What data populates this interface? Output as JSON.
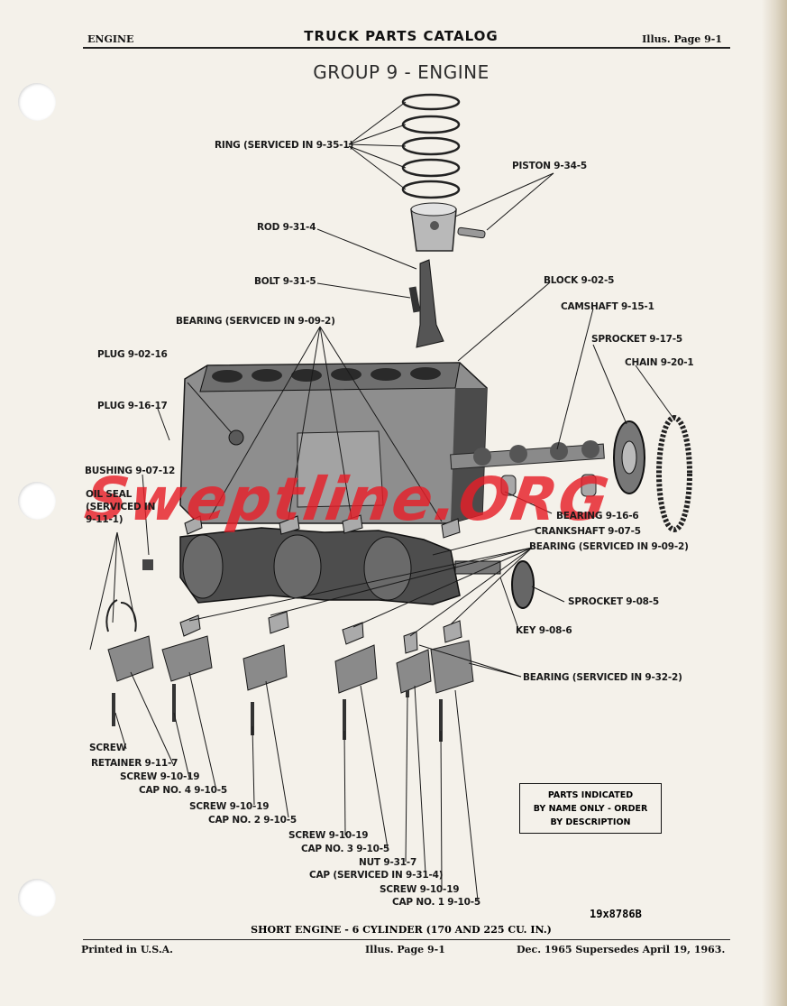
{
  "header": {
    "left": "ENGINE",
    "title": "TRUCK PARTS CATALOG",
    "right": "Illus. Page 9-1"
  },
  "group_title": "GROUP 9 - ENGINE",
  "labels": {
    "ring": "RING (SERVICED IN 9-35-1)",
    "piston": "PISTON 9-34-5",
    "rod": "ROD 9-31-4",
    "bolt": "BOLT 9-31-5",
    "block": "BLOCK 9-02-5",
    "camshaft": "CAMSHAFT 9-15-1",
    "bearing_top": "BEARING (SERVICED IN 9-09-2)",
    "sprocket_cam": "SPROCKET 9-17-5",
    "chain": "CHAIN 9-20-1",
    "plug_1": "PLUG 9-02-16",
    "plug_2": "PLUG 9-16-17",
    "bushing": "BUSHING 9-07-12",
    "oil_seal": "OIL SEAL\n(SERVICED IN\n9-11-1)",
    "bearing_cam": "BEARING 9-16-6",
    "crankshaft": "CRANKSHAFT 9-07-5",
    "bearing_main": "BEARING (SERVICED IN 9-09-2)",
    "sprocket_crank": "SPROCKET 9-08-5",
    "key": "KEY 9-08-6",
    "bearing_rod": "BEARING (SERVICED IN 9-32-2)",
    "screw": "SCREW",
    "retainer": "RETAINER 9-11-7",
    "screw_4": "SCREW 9-10-19",
    "cap_4": "CAP NO. 4 9-10-5",
    "screw_2": "SCREW 9-10-19",
    "cap_2": "CAP NO. 2 9-10-5",
    "screw_3": "SCREW 9-10-19",
    "cap_3": "CAP NO. 3 9-10-5",
    "nut": "NUT 9-31-7",
    "cap_rod": "CAP (SERVICED IN 9-31-4)",
    "screw_1": "SCREW 9-10-19",
    "cap_1": "CAP NO. 1 9-10-5"
  },
  "notice": "PARTS INDICATED\nBY NAME ONLY - ORDER\nBY DESCRIPTION",
  "drawing_code": "19x8786B",
  "caption": "SHORT ENGINE - 6 CYLINDER (170 AND 225 CU. IN.)",
  "watermark": "Sweptline.ORG",
  "footer": {
    "left": "Printed in U.S.A.",
    "center": "Illus. Page 9-1",
    "right": "Dec. 1965 Supersedes April 19, 1963."
  }
}
